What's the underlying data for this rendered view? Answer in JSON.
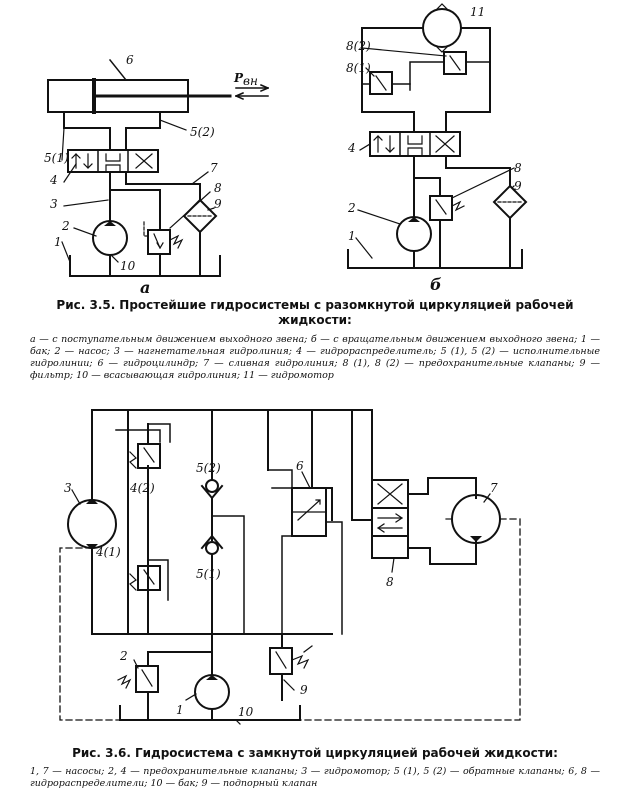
{
  "figure_a": {
    "sublabel": "а",
    "force_label": "P",
    "force_sub": "вн",
    "labels": {
      "l1": "1",
      "l2": "2",
      "l3": "3",
      "l4": "4",
      "l51": "5(1)",
      "l52": "5(2)",
      "l6": "6",
      "l7": "7",
      "l8": "8",
      "l9": "9",
      "l10": "10"
    }
  },
  "figure_b": {
    "sublabel": "б",
    "labels": {
      "l11": "11",
      "l82": "8(2)",
      "l81": "8(1)",
      "l4": "4",
      "l8": "8",
      "l9": "9",
      "l2": "2",
      "l1": "1"
    }
  },
  "caption_35": {
    "number": "Рис. 3.5.",
    "title": "Простейшие гидросистемы с разомкнутой циркуляцией рабочей жидкости:",
    "text": "а — с поступательным движением выходного звена; б — с вращательным движением выходного звена; 1 — бак; 2 — насос; 3 — нагнетательная гидролиния; 4 — гидрораспределитель; 5 (1), 5 (2) — исполнительные гидролинии; 6 — гидроцилиндр; 7 — сливная гидролиния; 8 (1), 8 (2) — предохранительные клапаны; 9 — фильтр; 10 — всасывающая гидролиния; 11 — гидромотор"
  },
  "figure_36": {
    "labels": {
      "l3": "3",
      "l42": "4(2)",
      "l52": "5(2)",
      "l6": "6",
      "l7": "7",
      "l41": "4(1)",
      "l51": "5(1)",
      "l8": "8",
      "l2": "2",
      "l1": "1",
      "l9": "9",
      "l10": "10"
    }
  },
  "caption_36": {
    "number": "Рис. 3.6.",
    "title": "Гидросистема с замкнутой циркуляцией рабочей жидкости:",
    "text": "1, 7 — насосы; 2, 4 — предохранительные клапаны; 3 — гидромотор; 5 (1), 5 (2) — обратные клапаны; 6, 8 — гидрораспределители; 10 — бак; 9 — подпорный клапан"
  },
  "colors": {
    "ink": "#111111",
    "paper": "#ffffff"
  }
}
